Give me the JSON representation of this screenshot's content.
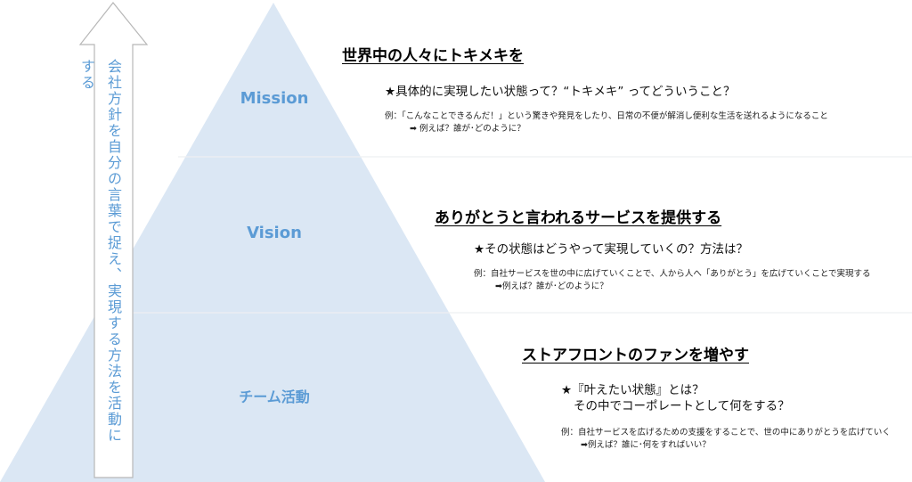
{
  "vertical_text": "会社方針を自分の言葉で捉え、実現する方法を活動にする",
  "tiers": [
    {
      "label": "Mission",
      "heading": "世界中の人々にトキメキを",
      "question_lines": [
        "★具体的に実現したい状態って？“トキメキ” ってどういうこと？"
      ],
      "example_line1": "例：「こんなことできるんだ！」という驚きや発見をしたり、日常の不便が解消し便利な生活を送れるようになること",
      "example_line2": "➡ 例えば？誰が･どのように？"
    },
    {
      "label": "Vision",
      "heading": "ありがとうと言われるサービスを提供する",
      "question_lines": [
        "★その状態はどうやって実現していくの？方法は？"
      ],
      "example_line1": "例：自社サービスを世の中に広げていくことで、人から人へ「ありがとう」を広げていくことで実現する",
      "example_line2": "➡例えば？誰が･どのように？"
    },
    {
      "label": "チーム活動",
      "heading": "ストアフロントのファンを増やす",
      "question_lines": [
        "★『叶えたい状態』とは？",
        "その中でコーポレートとして何をする？"
      ],
      "example_line1": "例：自社サービスを広げるための支援をすることで、世の中にありがとうを広げていく",
      "example_line2": "➡例えば？誰に･何をすればいい？"
    }
  ],
  "colors": {
    "pyramid": "#dbe7f4",
    "accent": "#5b9bd5",
    "arrow_stroke": "#b7b7b7",
    "divider": "#eef0f2"
  }
}
